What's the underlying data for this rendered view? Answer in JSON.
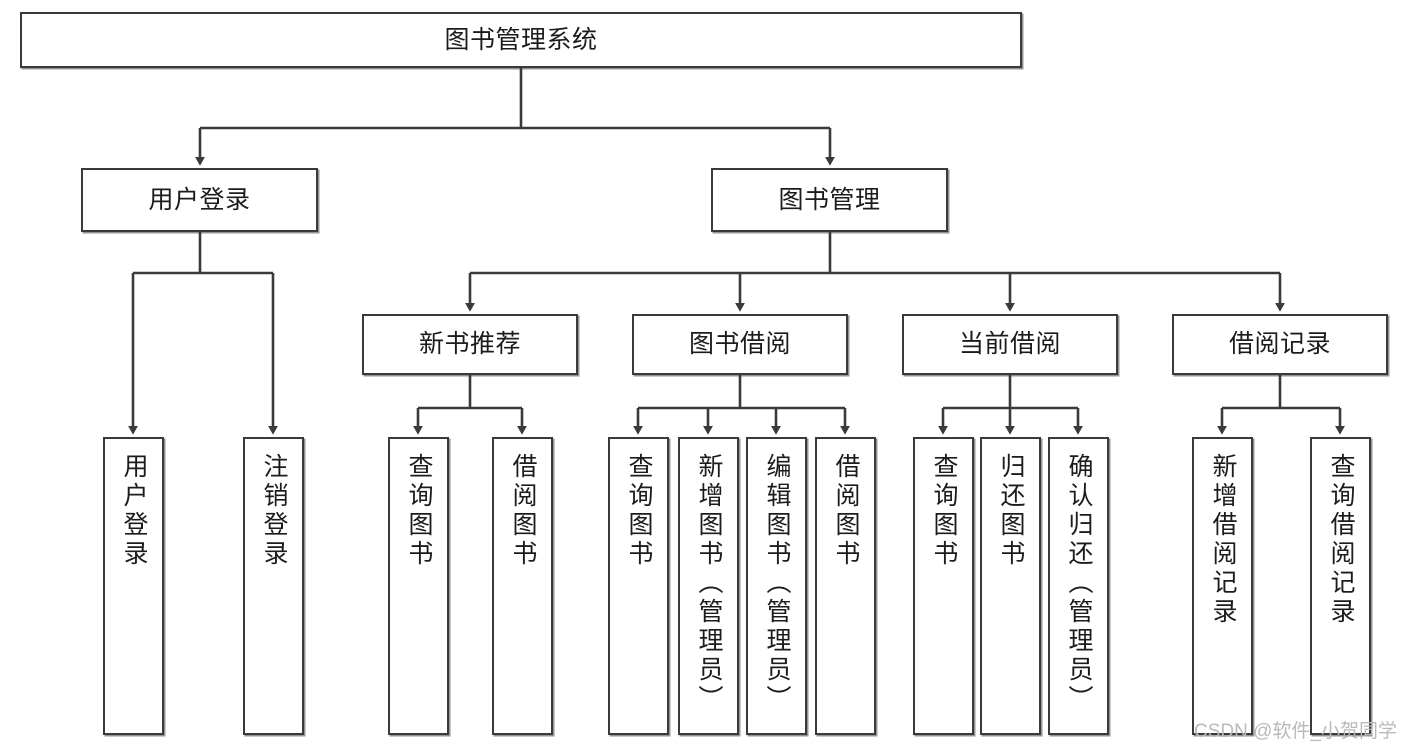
{
  "diagram": {
    "type": "tree",
    "title": "图书管理系统",
    "theme": {
      "background": "#ffffff",
      "node_fill": "#ffffff",
      "node_border": "#3a3a3a",
      "edge_color": "#3a3a3a",
      "text_color": "#1c1c1c",
      "watermark_color": "#b9b9b9"
    },
    "root": {
      "id": "root",
      "label": "图书管理系统"
    },
    "level2": [
      {
        "id": "user-login",
        "label": "用户登录"
      },
      {
        "id": "book-manage",
        "label": "图书管理"
      }
    ],
    "level3": [
      {
        "id": "new-book-recommend",
        "label": "新书推荐"
      },
      {
        "id": "book-borrow",
        "label": "图书借阅"
      },
      {
        "id": "current-borrow",
        "label": "当前借阅"
      },
      {
        "id": "borrow-record",
        "label": "借阅记录"
      }
    ],
    "leaves": {
      "user_login": [
        {
          "id": "leaf-user-login",
          "label": "用户登录"
        },
        {
          "id": "leaf-logout",
          "label": "注销登录"
        }
      ],
      "new_book_recommend": [
        {
          "id": "leaf-query-book-1",
          "label": "查询图书"
        },
        {
          "id": "leaf-borrow-book-1",
          "label": "借阅图书"
        }
      ],
      "book_borrow": [
        {
          "id": "leaf-query-book-2",
          "label": "查询图书"
        },
        {
          "id": "leaf-add-book",
          "label": "新增图书（管理员）"
        },
        {
          "id": "leaf-edit-book",
          "label": "编辑图书（管理员）"
        },
        {
          "id": "leaf-borrow-book-2",
          "label": "借阅图书"
        }
      ],
      "current_borrow": [
        {
          "id": "leaf-query-book-3",
          "label": "查询图书"
        },
        {
          "id": "leaf-return-book",
          "label": "归还图书"
        },
        {
          "id": "leaf-confirm-return",
          "label": "确认归还（管理员）"
        }
      ],
      "borrow_record": [
        {
          "id": "leaf-add-record",
          "label": "新增借阅记录"
        },
        {
          "id": "leaf-query-record",
          "label": "查询借阅记录"
        }
      ]
    }
  },
  "watermark": {
    "text": "CSDN @软件_小贺同学"
  }
}
